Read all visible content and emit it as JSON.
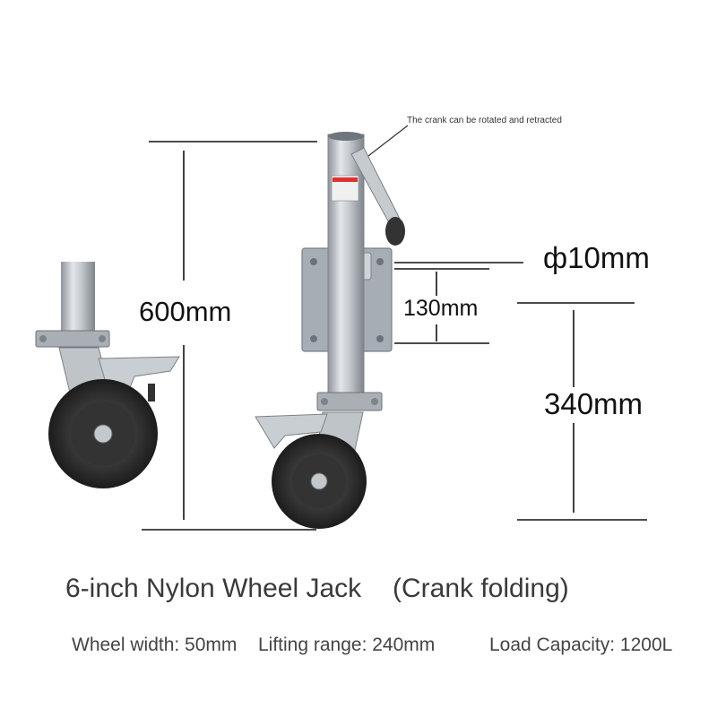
{
  "annotations": {
    "crank_note": "The crank can be rotated and retracted",
    "height_total": "600mm",
    "bracket_height": "130mm",
    "pin_diameter": "ф10mm",
    "wheel_height": "340mm"
  },
  "caption": {
    "title": "6-inch Nylon Wheel Jack",
    "subtitle": "(Crank folding)"
  },
  "specs": {
    "wheel_width": "Wheel width: 50mm",
    "lifting_range": "Lifting range: 240mm",
    "load_capacity": "Load Capacity: 1200L"
  },
  "colors": {
    "steel": "#b9bec4",
    "tire": "#2b2b2b",
    "plate": "#a7adb4",
    "line": "#111111"
  }
}
